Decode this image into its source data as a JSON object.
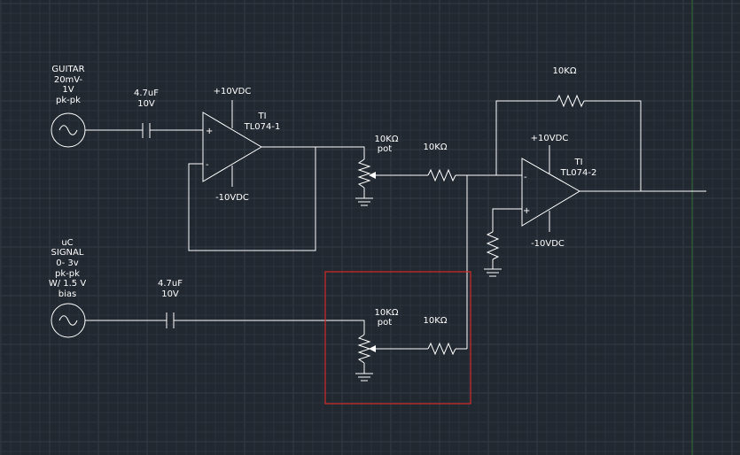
{
  "colors": {
    "background": "#212830",
    "grid_minor": "#2a323b",
    "grid_major": "#333c46",
    "wire": "#ffffff",
    "highlight_box": "#d42a2a",
    "axis_y": "#2f6b34"
  },
  "labels": {
    "guitar_source": [
      "GUITAR",
      "20mV-",
      "1V",
      "pk-pk"
    ],
    "uc_source": [
      "uC",
      "SIGNAL",
      "0- 3v",
      "pk-pk",
      "W/ 1.5 V",
      "bias"
    ],
    "cap1": [
      "4.7uF",
      "10V"
    ],
    "cap2": [
      "4.7uF",
      "10V"
    ],
    "opamp1_vplus": "+10VDC",
    "opamp1_vminus": "-10VDC",
    "opamp1_name": [
      "TI",
      "TL074-1"
    ],
    "pot1": [
      "10KΩ",
      "pot"
    ],
    "pot2": [
      "10KΩ",
      "pot"
    ],
    "r_top": "10KΩ",
    "r_bottom": "10KΩ",
    "r_feedback": "10KΩ",
    "opamp2_vplus": "+10VDC",
    "opamp2_vminus": "-10VDC",
    "opamp2_name": [
      "TI",
      "TL074-2"
    ],
    "plus_sign": "+",
    "minus_sign": "-"
  }
}
